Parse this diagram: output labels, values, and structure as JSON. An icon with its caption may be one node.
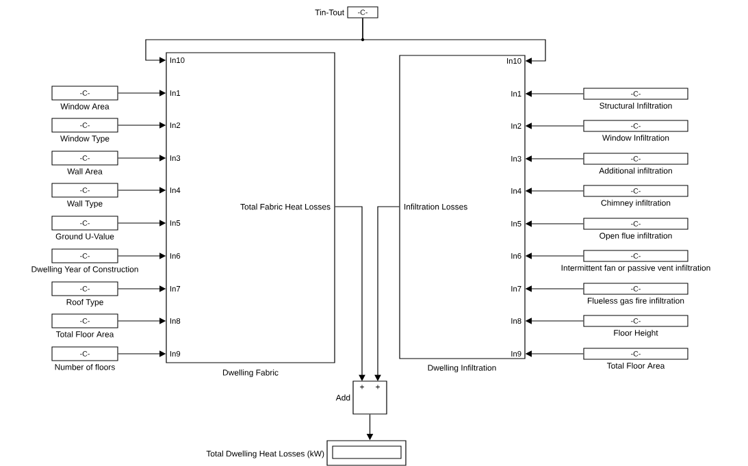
{
  "diagram": {
    "nodes": [
      {
        "text": [
          "-C-"
        ],
        "beside": [
          "Tin-Tout"
        ]
      },
      {
        "text": [
          "In10",
          "In1",
          "In2",
          "In3",
          "In4",
          "In5",
          "In6",
          "In7",
          "In8",
          "In9",
          "Total Fabric Heat Losses"
        ],
        "beside": [
          "Dwelling Fabric"
        ]
      },
      {
        "text": [
          "In10",
          "In1",
          "In2",
          "In3",
          "In4",
          "In5",
          "In6",
          "In7",
          "In8",
          "In9",
          "Infiltration Losses"
        ],
        "beside": [
          "Dwelling Infiltration"
        ]
      },
      {
        "text": [
          "-C-"
        ],
        "beside": [
          "Window Area"
        ]
      },
      {
        "text": [
          "-C-"
        ],
        "beside": [
          "Window Type"
        ]
      },
      {
        "text": [
          "-C-"
        ],
        "beside": [
          "Wall Area"
        ]
      },
      {
        "text": [
          "-C-"
        ],
        "beside": [
          "Wall Type"
        ]
      },
      {
        "text": [
          "-C-"
        ],
        "beside": [
          "Ground U-Value"
        ]
      },
      {
        "text": [
          "-C-"
        ],
        "beside": [
          "Dwelling Year of Construction"
        ]
      },
      {
        "text": [
          "-C-"
        ],
        "beside": [
          "Roof Type"
        ]
      },
      {
        "text": [
          "-C-"
        ],
        "beside": [
          "Total Floor Area"
        ]
      },
      {
        "text": [
          "-C-"
        ],
        "beside": [
          "Number of floors"
        ]
      },
      {
        "text": [
          "-C-"
        ],
        "beside": [
          "Structural Infiltration"
        ]
      },
      {
        "text": [
          "-C-"
        ],
        "beside": [
          "Window Infiltration"
        ]
      },
      {
        "text": [
          "-C-"
        ],
        "beside": [
          "Additional infiltration"
        ]
      },
      {
        "text": [
          "-C-"
        ],
        "beside": [
          "Chimney infiltration"
        ]
      },
      {
        "text": [
          "-C-"
        ],
        "beside": [
          "Open flue infiltration"
        ]
      },
      {
        "text": [
          "-C-"
        ],
        "beside": [
          "Intermittent fan or passive vent infiltration"
        ]
      },
      {
        "text": [
          "-C-"
        ],
        "beside": [
          "Flueless gas fire infiltration"
        ]
      },
      {
        "text": [
          "-C-"
        ],
        "beside": [
          "Floor Height"
        ]
      },
      {
        "text": [
          "-C-"
        ],
        "beside": [
          "Total Floor Area"
        ]
      },
      {
        "text": [
          "+",
          "+"
        ],
        "beside": [
          "Add"
        ]
      },
      {
        "text": [],
        "shape": "box",
        "beside": [
          "Total Dwelling Heat Losses (kW)"
        ]
      }
    ],
    "edges": [
      {
        "from": 0,
        "to": 1,
        "arrow": "to"
      },
      {
        "from": 0,
        "to": 2,
        "arrow": "to"
      },
      {
        "from": 3,
        "to": 1,
        "arrow": "to"
      },
      {
        "from": 4,
        "to": 1,
        "arrow": "to"
      },
      {
        "from": 5,
        "to": 1,
        "arrow": "to"
      },
      {
        "from": 6,
        "to": 1,
        "arrow": "to"
      },
      {
        "from": 7,
        "to": 1,
        "arrow": "to"
      },
      {
        "from": 8,
        "to": 1,
        "arrow": "to"
      },
      {
        "from": 9,
        "to": 1,
        "arrow": "to"
      },
      {
        "from": 10,
        "to": 1,
        "arrow": "to"
      },
      {
        "from": 11,
        "to": 1,
        "arrow": "to"
      },
      {
        "from": 12,
        "to": 2,
        "arrow": "to"
      },
      {
        "from": 13,
        "to": 2,
        "arrow": "to"
      },
      {
        "from": 14,
        "to": 2,
        "arrow": "to"
      },
      {
        "from": 15,
        "to": 2,
        "arrow": "to"
      },
      {
        "from": 16,
        "to": 2,
        "arrow": "to"
      },
      {
        "from": 17,
        "to": 2,
        "arrow": "to"
      },
      {
        "from": 18,
        "to": 2,
        "arrow": "to"
      },
      {
        "from": 19,
        "to": 2,
        "arrow": "to"
      },
      {
        "from": 20,
        "to": 2,
        "arrow": "to"
      },
      {
        "from": 1,
        "to": 21,
        "arrow": "to"
      },
      {
        "from": 2,
        "to": 21,
        "arrow": "to"
      },
      {
        "from": 21,
        "to": 22,
        "arrow": "to"
      }
    ]
  }
}
